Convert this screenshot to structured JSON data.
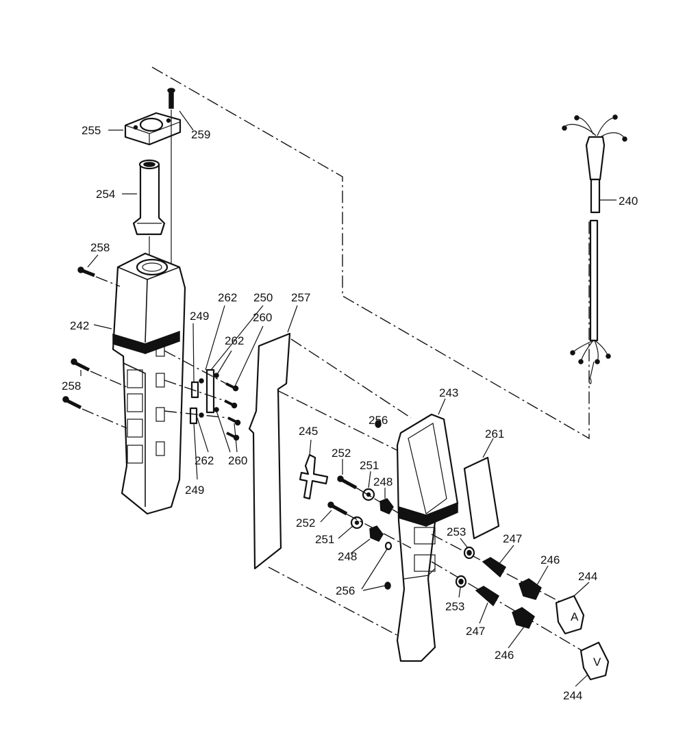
{
  "parts": [
    {
      "id": "p240",
      "label": "240"
    },
    {
      "id": "p242",
      "label": "242"
    },
    {
      "id": "p243",
      "label": "243"
    },
    {
      "id": "p244a",
      "label": "244"
    },
    {
      "id": "p244b",
      "label": "244"
    },
    {
      "id": "p245",
      "label": "245"
    },
    {
      "id": "p246a",
      "label": "246"
    },
    {
      "id": "p246b",
      "label": "246"
    },
    {
      "id": "p247a",
      "label": "247"
    },
    {
      "id": "p247b",
      "label": "247"
    },
    {
      "id": "p248a",
      "label": "248"
    },
    {
      "id": "p248b",
      "label": "248"
    },
    {
      "id": "p249a",
      "label": "249"
    },
    {
      "id": "p249b",
      "label": "249"
    },
    {
      "id": "p250",
      "label": "250"
    },
    {
      "id": "p251a",
      "label": "251"
    },
    {
      "id": "p251b",
      "label": "251"
    },
    {
      "id": "p252a",
      "label": "252"
    },
    {
      "id": "p252b",
      "label": "252"
    },
    {
      "id": "p253a",
      "label": "253"
    },
    {
      "id": "p253b",
      "label": "253"
    },
    {
      "id": "p254",
      "label": "254"
    },
    {
      "id": "p255",
      "label": "255"
    },
    {
      "id": "p256a",
      "label": "256"
    },
    {
      "id": "p256b",
      "label": "256"
    },
    {
      "id": "p257",
      "label": "257"
    },
    {
      "id": "p258a",
      "label": "258"
    },
    {
      "id": "p258b",
      "label": "258"
    },
    {
      "id": "p259",
      "label": "259"
    },
    {
      "id": "p260a",
      "label": "260"
    },
    {
      "id": "p260b",
      "label": "260"
    },
    {
      "id": "p261",
      "label": "261"
    },
    {
      "id": "p262a",
      "label": "262"
    },
    {
      "id": "p262b",
      "label": "262"
    },
    {
      "id": "p262c",
      "label": "262"
    }
  ],
  "button_marks": {
    "up": "A",
    "down": "V"
  }
}
